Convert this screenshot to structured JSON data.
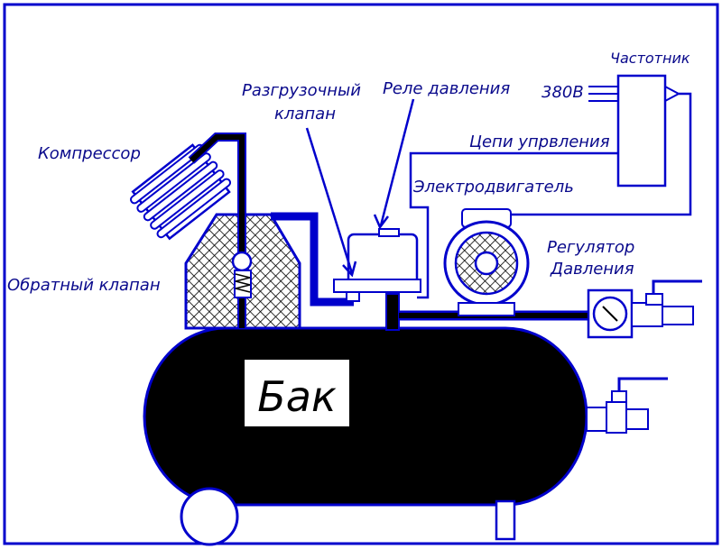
{
  "labels": {
    "compressor": "Компрессор",
    "check_valve": "Обратный клапан",
    "unload_valve_line1": "Разгрузочный",
    "unload_valve_line2": "клапан",
    "pressure_relay": "Реле давления",
    "freq_converter": "Частотник",
    "voltage": "380В",
    "control_circuits": "Цепи упрвления",
    "electric_motor": "Электродвигатель",
    "pressure_regulator_line1": "Регулятор",
    "pressure_regulator_line2": "Давления",
    "tank": "Бак"
  },
  "colors": {
    "outline": "#0000cc",
    "fill_dark": "#000000",
    "background": "#ffffff",
    "label": "#0a0a8c"
  }
}
